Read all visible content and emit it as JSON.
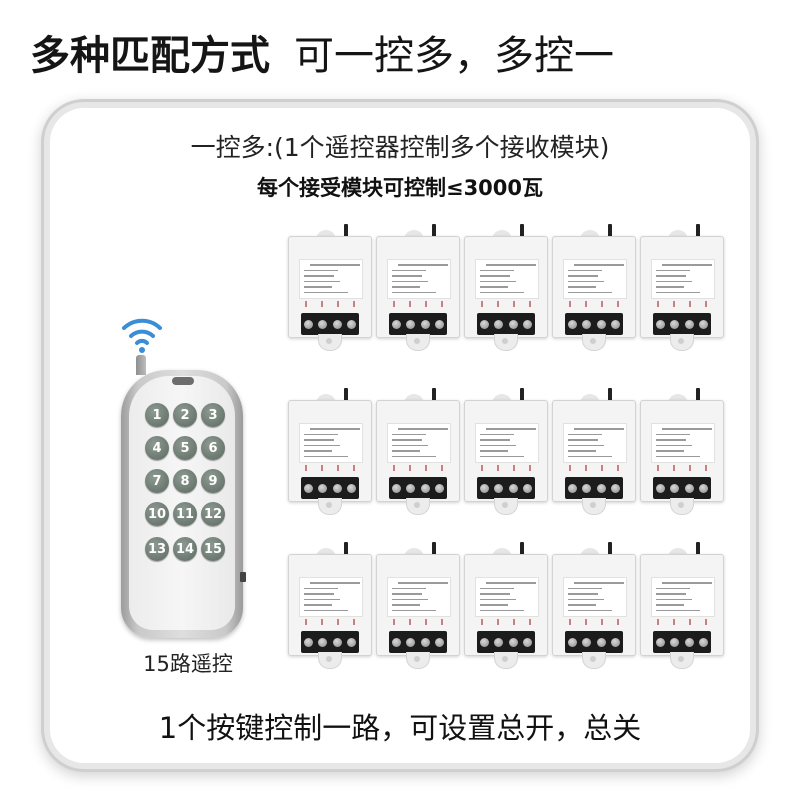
{
  "headline": {
    "bold": "多种匹配方式",
    "normal": "可一控多，多控一"
  },
  "panel": {
    "title": "一控多:(1个遥控器控制多个接收模块)",
    "subtitle": "每个接受模块可控制≤3000瓦",
    "footer": "1个按键控制一路，可设置总开，总关"
  },
  "remote": {
    "label": "15路遥控",
    "buttons": [
      "1",
      "2",
      "3",
      "4",
      "5",
      "6",
      "7",
      "8",
      "9",
      "10",
      "11",
      "12",
      "13",
      "14",
      "15"
    ],
    "button_color": "#6f7d74"
  },
  "modules": {
    "rows": 3,
    "cols": 5
  }
}
